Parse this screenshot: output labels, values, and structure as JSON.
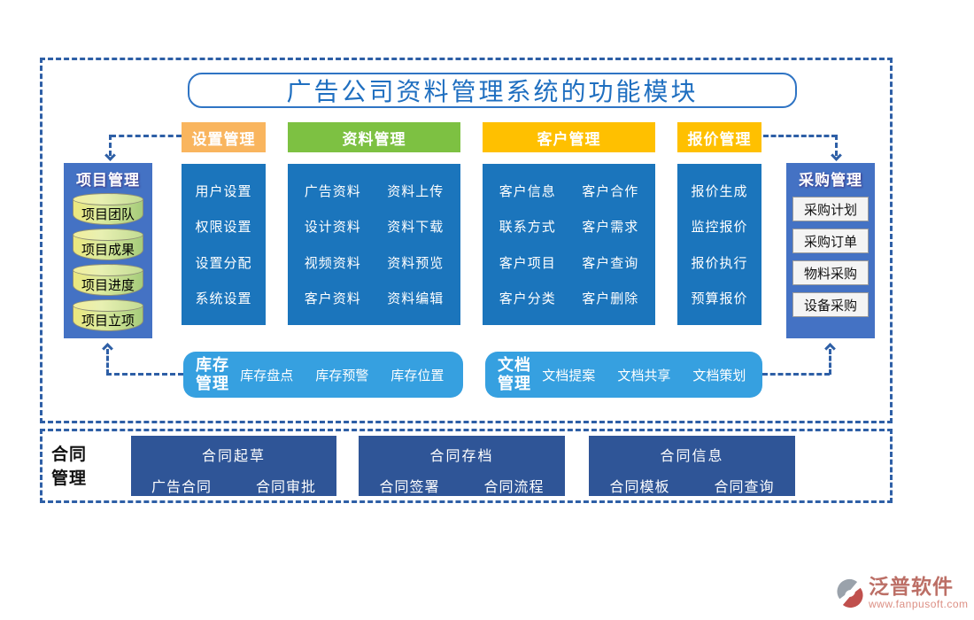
{
  "title": "广告公司资料管理系统的功能模块",
  "headers": {
    "settings": "设置管理",
    "materials": "资料管理",
    "customers": "客户管理",
    "quotes": "报价管理"
  },
  "project_panel": {
    "title": "项目管理",
    "cylinders": [
      "项目团队",
      "项目成果",
      "项目进度",
      "项目立项"
    ]
  },
  "purchase_panel": {
    "title": "采购管理",
    "items": [
      "采购计划",
      "采购订单",
      "物料采购",
      "设备采购"
    ]
  },
  "settings_col": [
    "用户设置",
    "权限设置",
    "设置分配",
    "系统设置"
  ],
  "materials_col": [
    [
      "广告资料",
      "资料上传"
    ],
    [
      "设计资料",
      "资料下载"
    ],
    [
      "视频资料",
      "资料预览"
    ],
    [
      "客户资料",
      "资料编辑"
    ]
  ],
  "customers_col": [
    [
      "客户信息",
      "客户合作"
    ],
    [
      "联系方式",
      "客户需求"
    ],
    [
      "客户项目",
      "客户查询"
    ],
    [
      "客户分类",
      "客户删除"
    ]
  ],
  "quotes_col": [
    "报价生成",
    "监控报价",
    "报价执行",
    "预算报价"
  ],
  "inventory": {
    "title": "库存管理",
    "items": [
      "库存盘点",
      "库存预警",
      "库存位置"
    ]
  },
  "documents": {
    "title": "文档管理",
    "items": [
      "文档提案",
      "文档共享",
      "文档策划"
    ]
  },
  "contracts": {
    "label": "合同管理",
    "groups": [
      {
        "title": "合同起草",
        "items": [
          "广告合同",
          "合同审批"
        ]
      },
      {
        "title": "合同存档",
        "items": [
          "合同签署",
          "合同流程"
        ]
      },
      {
        "title": "合同信息",
        "items": [
          "合同模板",
          "合同查询"
        ]
      }
    ]
  },
  "logo": {
    "name": "泛普软件",
    "url": "www.fanpusoft.com"
  },
  "colors": {
    "header_orange": "#F9B55E",
    "header_green": "#7DC142",
    "header_gold": "#FFC000",
    "column_blue": "#1B75BC",
    "panel_blue": "#4472C4",
    "rounded_blue": "#36A0E0",
    "contract_navy": "#2F5597",
    "dashed_border": "#2E5FA6",
    "title_blue": "#1F6FC0",
    "logo_red": "#BC6F66"
  }
}
